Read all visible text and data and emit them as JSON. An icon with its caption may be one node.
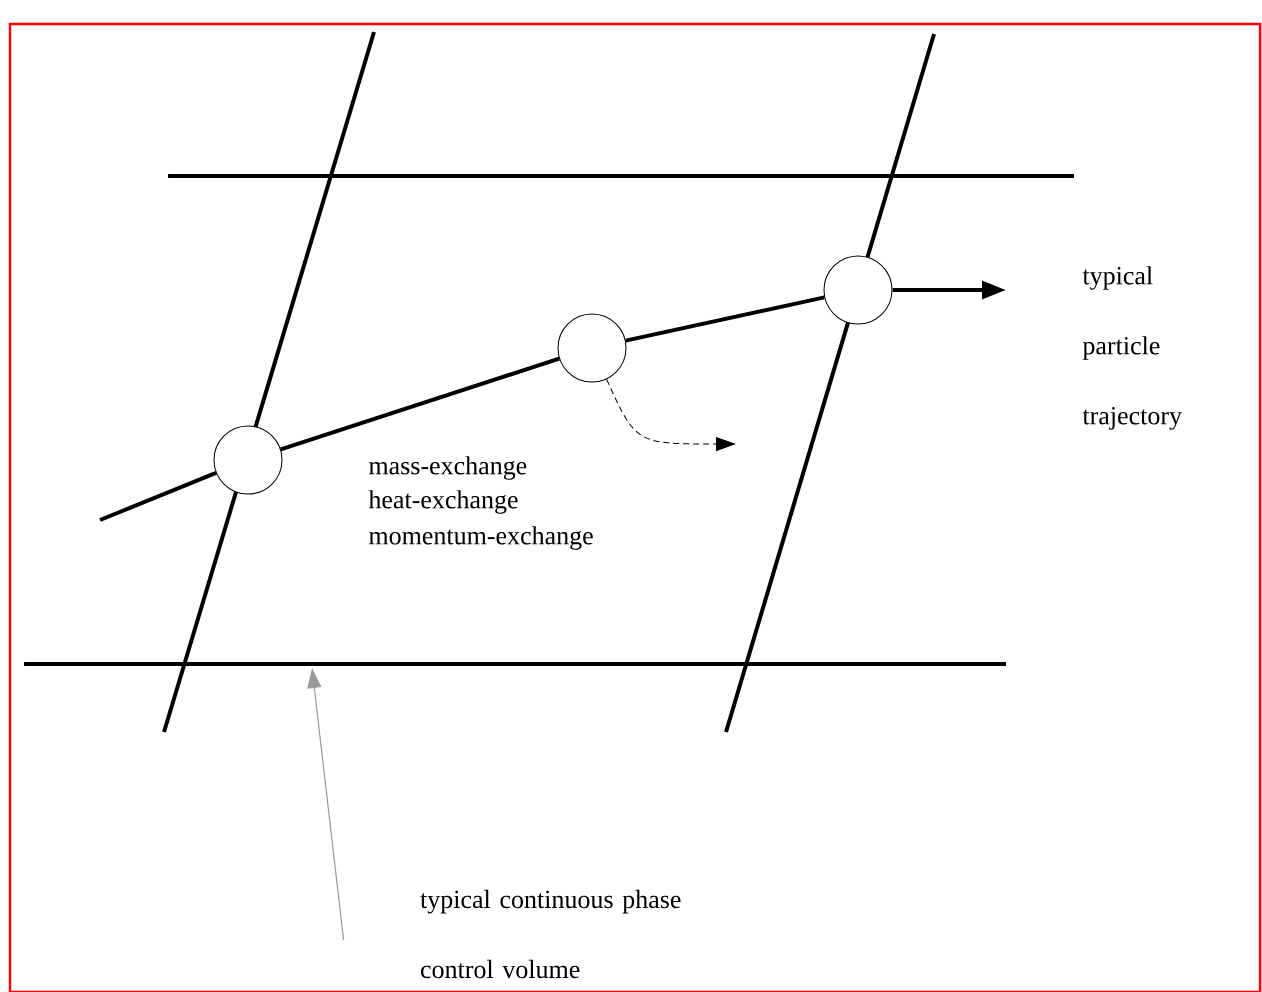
{
  "diagram": {
    "nodes": [
      {
        "text": [],
        "shape": "circle"
      },
      {
        "text": [],
        "shape": "circle"
      },
      {
        "text": [],
        "shape": "circle"
      },
      {
        "text": [
          "typical continuous phase control volume"
        ]
      }
    ],
    "edges": [
      {
        "from": null,
        "to": 0,
        "arrow": "none"
      },
      {
        "from": 0,
        "to": 1,
        "arrow": "none"
      },
      {
        "from": 1,
        "to": 2,
        "arrow": "none"
      },
      {
        "from": 2,
        "to": null,
        "arrow": "to"
      },
      {
        "from": 1,
        "to": null,
        "arrow": "to",
        "style": "dashed"
      },
      {
        "from": 3,
        "to": null,
        "arrow": "to",
        "color": "#999999"
      }
    ],
    "labels": [
      "typical particle trajectory",
      "mass-exchange",
      "heat-exchange",
      "momentum-exchange"
    ]
  }
}
